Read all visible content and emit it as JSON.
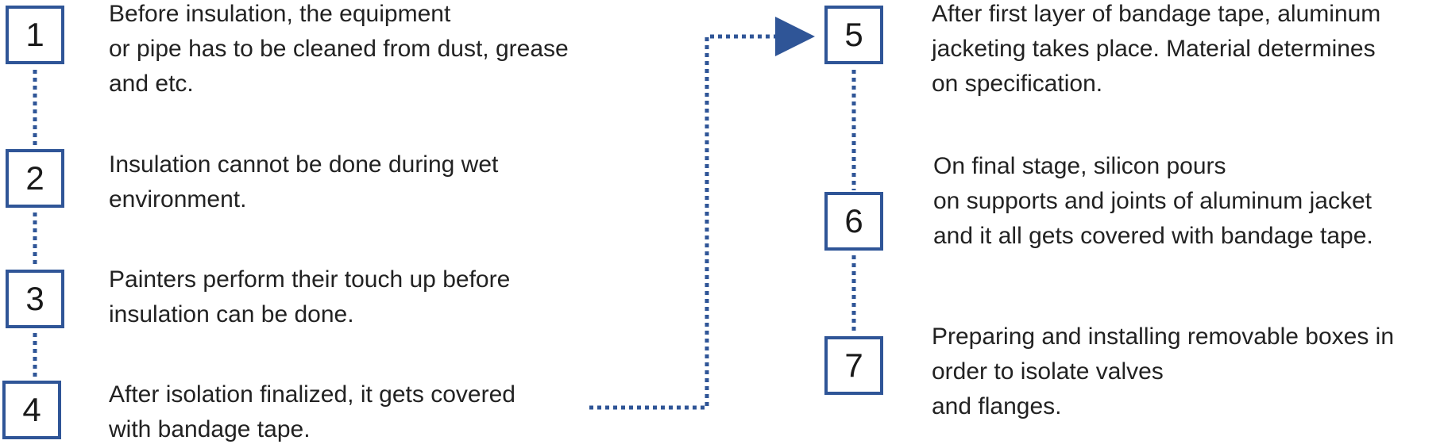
{
  "accent_color": "#2F5597",
  "steps": [
    {
      "number": "1",
      "lines": [
        "Before insulation, the equipment",
        "or pipe has to be cleaned from dust, grease",
        "and etc."
      ]
    },
    {
      "number": "2",
      "lines": [
        "Insulation cannot be done during wet",
        "environment."
      ]
    },
    {
      "number": "3",
      "lines": [
        "Painters perform their touch up before",
        "insulation can be done."
      ]
    },
    {
      "number": "4",
      "lines": [
        "After isolation finalized, it gets covered",
        "with bandage tape."
      ]
    },
    {
      "number": "5",
      "lines": [
        "After first layer of bandage tape, aluminum",
        "jacketing takes place. Material determines",
        "on specification."
      ]
    },
    {
      "number": "6",
      "lines": [
        "On final stage, silicon pours",
        "on supports and joints of aluminum jacket",
        "and it all gets covered with bandage tape."
      ]
    },
    {
      "number": "7",
      "lines": [
        "Preparing and installing removable boxes in",
        "order to isolate valves",
        "and flanges."
      ]
    }
  ]
}
